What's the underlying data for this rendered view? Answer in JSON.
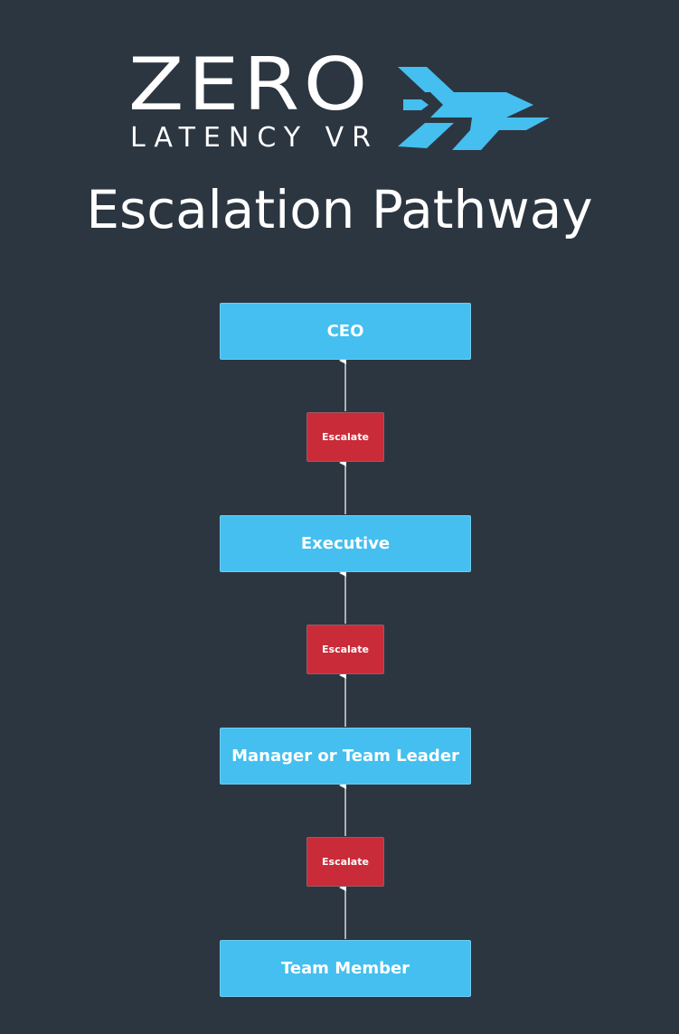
{
  "brand": {
    "logo_word": "ZERO",
    "logo_subtitle": "LATENCY VR",
    "logo_icon": "airplane-icon",
    "accent_color": "#44bfef"
  },
  "title": "Escalation Pathway",
  "colors": {
    "background": "#2c3641",
    "role_box": "#44bfef",
    "escalate_box": "#c92b38",
    "connector": "#ffffff"
  },
  "diagram": {
    "roles": [
      {
        "label": "CEO"
      },
      {
        "label": "Executive"
      },
      {
        "label": "Manager or Team Leader"
      },
      {
        "label": "Team Member"
      }
    ],
    "escalations": [
      {
        "label": "Escalate"
      },
      {
        "label": "Escalate"
      },
      {
        "label": "Escalate"
      }
    ]
  }
}
